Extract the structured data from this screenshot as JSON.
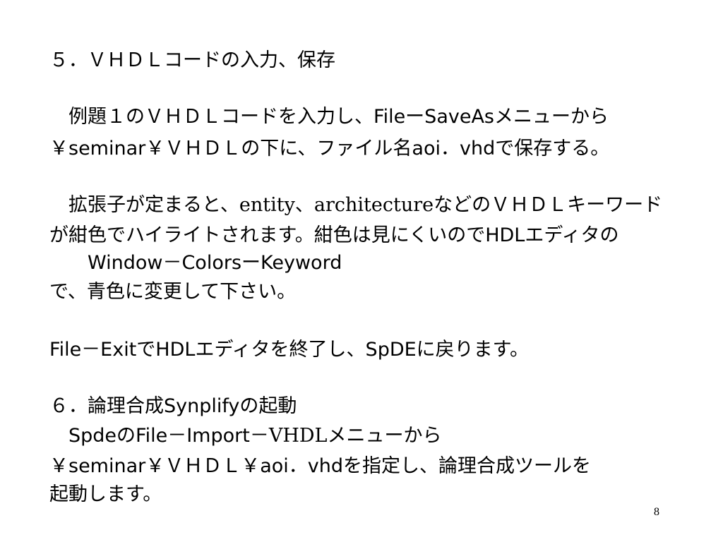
{
  "section5": {
    "heading": "５．ＶＨＤＬコードの入力、保存"
  },
  "para1": {
    "line1": "　例題１のＶＨＤＬコードを入力し、FileーSaveAsメニューから",
    "line2": "￥seminar￥ＶＨＤＬの下に、ファイル名aoi．vhdで保存する。"
  },
  "para2": {
    "line1_a": "　拡張子が定まると、",
    "line1_b": "entity",
    "line1_c": "、",
    "line1_d": "architecture",
    "line1_e": "などのＶＨＤＬキーワード",
    "line2": "が紺色でハイライトされます。紺色は見にくいのでHDLエディタの",
    "line3": "　　Window－ColorsーKeyword",
    "line4": "で、青色に変更して下さい。"
  },
  "para3": {
    "line1": "File－ExitでHDLエディタを終了し、SpDEに戻ります。"
  },
  "section6": {
    "heading": "６．論理合成Synplifyの起動",
    "line1_a": "　SpdeのFile－Import－",
    "line1_b": "VHDL",
    "line1_c": "メニューから",
    "line2": "￥seminar￥ＶＨＤＬ￥aoi．vhdを指定し、論理合成ツールを",
    "line3": "起動します。"
  },
  "footer": {
    "page_number": "8"
  }
}
